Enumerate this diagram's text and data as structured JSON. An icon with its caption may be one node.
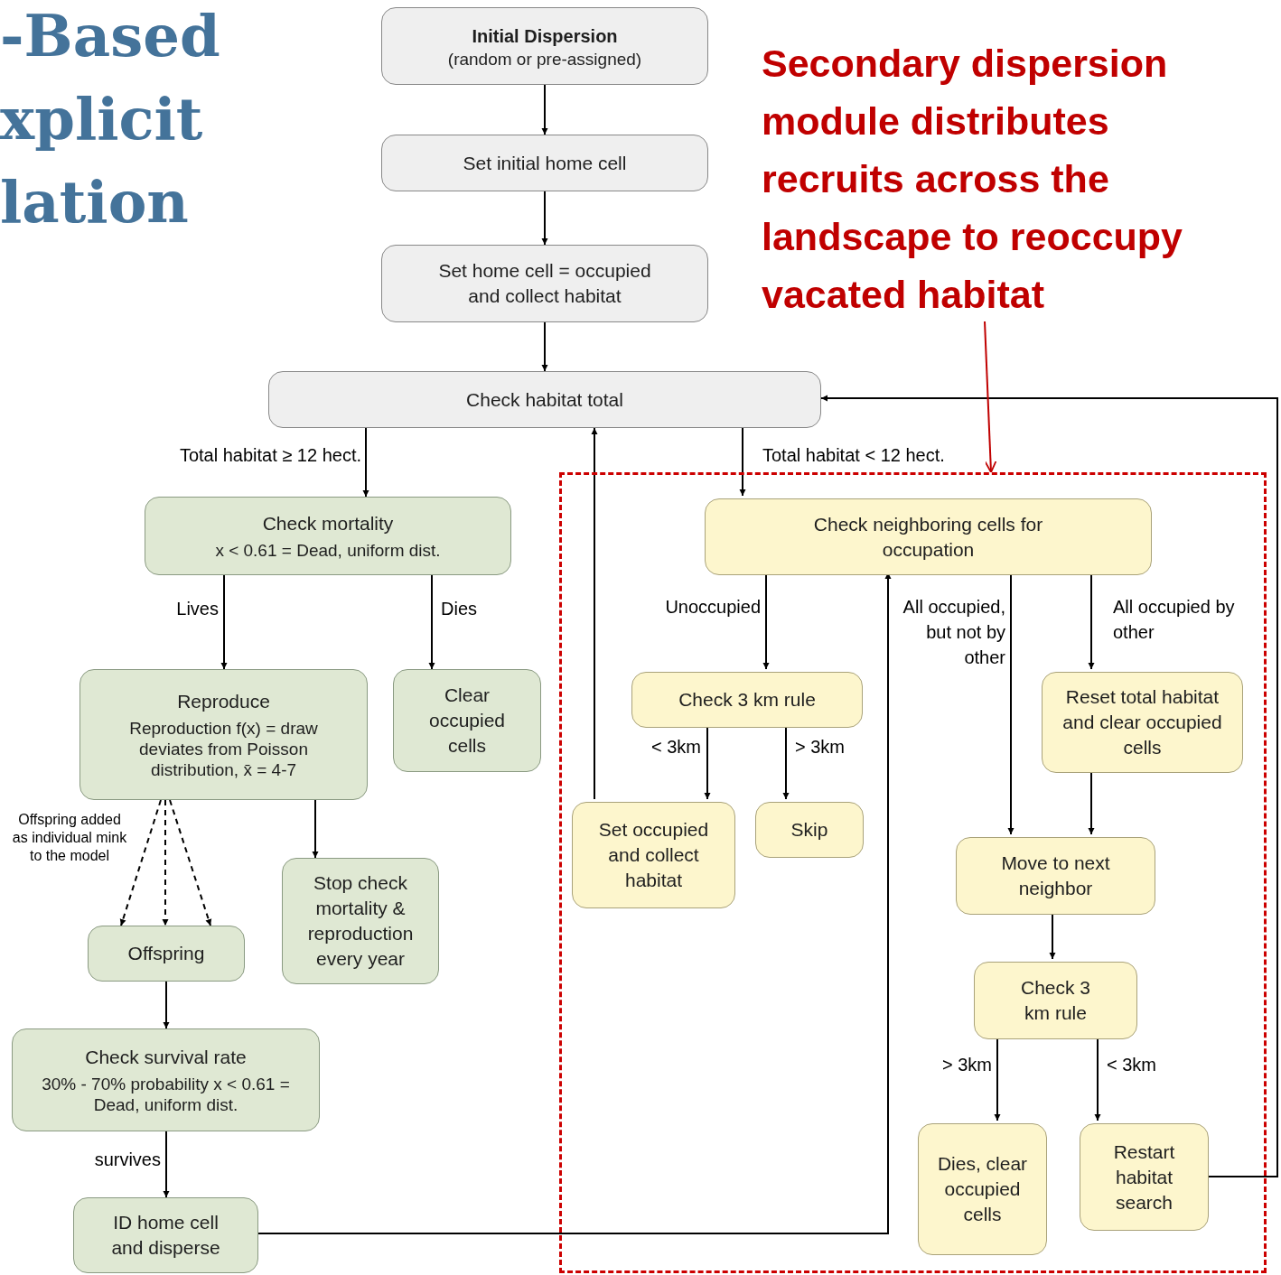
{
  "diagram": {
    "title": "-Based xplicit lation",
    "nodes": [
      {
        "text": [
          "Initial Dispersion",
          "(random or pre-assigned)"
        ]
      },
      {
        "text": [
          "Set initial home cell"
        ]
      },
      {
        "text": [
          "Set home cell = occupied and collect habitat"
        ]
      },
      {
        "text": [
          "Check habitat total"
        ]
      },
      {
        "text": [
          "Check mortality",
          "x < 0.61 = Dead, uniform dist."
        ]
      },
      {
        "text": [
          "Reproduce",
          "Reproduction f(x) = draw deviates from Poisson distribution, x̄ = 4-7"
        ]
      },
      {
        "text": [
          "Clear occupied cells"
        ]
      },
      {
        "text": [
          "Offspring"
        ]
      },
      {
        "text": [
          "Stop check mortality & reproduction every year"
        ]
      },
      {
        "text": [
          "Check survival rate",
          "30% - 70% probability x < 0.61 = Dead, uniform dist."
        ]
      },
      {
        "text": [
          "ID home cell and disperse"
        ]
      },
      {
        "text": [
          "Secondary dispersion module distributes recruits across the landscape to reoccupy vacated habitat"
        ]
      },
      {
        "text": [],
        "shape": "box"
      },
      {
        "text": [
          "Check neighboring cells for occupation"
        ],
        "in": 12
      },
      {
        "text": [
          "Check 3 km rule"
        ],
        "in": 12
      },
      {
        "text": [
          "Set occupied and collect habitat"
        ],
        "in": 12
      },
      {
        "text": [
          "Skip"
        ],
        "in": 12
      },
      {
        "text": [
          "Reset total habitat and clear occupied cells"
        ],
        "in": 12
      },
      {
        "text": [
          "Move to next neighbor"
        ],
        "in": 12
      },
      {
        "text": [
          "Check 3 km rule"
        ],
        "in": 12
      },
      {
        "text": [
          "Dies, clear occupied cells"
        ],
        "in": 12
      },
      {
        "text": [
          "Restart habitat search"
        ],
        "in": 12
      }
    ],
    "edges": [
      {
        "from": 0,
        "to": 1,
        "arrow": "to"
      },
      {
        "from": 1,
        "to": 2,
        "arrow": "to"
      },
      {
        "from": 2,
        "to": 3,
        "arrow": "to"
      },
      {
        "from": 3,
        "to": 4,
        "arrow": "to",
        "label": "Total habitat ≥ 12 hect."
      },
      {
        "from": 3,
        "to": 13,
        "arrow": "to",
        "label": "Total habitat < 12 hect."
      },
      {
        "from": 4,
        "to": 5,
        "arrow": "to",
        "label": "Lives"
      },
      {
        "from": 4,
        "to": 6,
        "arrow": "to",
        "label": "Dies"
      },
      {
        "from": 5,
        "to": 7,
        "arrow": "to",
        "style": "dashed",
        "label": "Offspring added as individual mink to the model"
      },
      {
        "from": 5,
        "to": 7,
        "arrow": "to",
        "style": "dashed"
      },
      {
        "from": 5,
        "to": 7,
        "arrow": "to",
        "style": "dashed"
      },
      {
        "from": 5,
        "to": 8,
        "arrow": "to"
      },
      {
        "from": 7,
        "to": 9,
        "arrow": "to"
      },
      {
        "from": 9,
        "to": 10,
        "arrow": "to",
        "label": "survives"
      },
      {
        "from": 10,
        "to": 13,
        "arrow": "to"
      },
      {
        "from": 13,
        "to": 14,
        "arrow": "to",
        "label": "Unoccupied"
      },
      {
        "from": 14,
        "to": 15,
        "arrow": "to",
        "label": "< 3km"
      },
      {
        "from": 14,
        "to": 16,
        "arrow": "to",
        "label": "> 3km"
      },
      {
        "from": 15,
        "to": 3,
        "arrow": "to"
      },
      {
        "from": 13,
        "to": 18,
        "arrow": "to",
        "label": "All occupied, but not by other"
      },
      {
        "from": 13,
        "to": 17,
        "arrow": "to",
        "label": "All occupied by other"
      },
      {
        "from": 17,
        "to": 18,
        "arrow": "to"
      },
      {
        "from": 18,
        "to": 19,
        "arrow": "to"
      },
      {
        "from": 19,
        "to": 20,
        "arrow": "to",
        "label": "> 3km"
      },
      {
        "from": 19,
        "to": 21,
        "arrow": "to",
        "label": "< 3km"
      },
      {
        "from": 21,
        "to": 3,
        "arrow": "to"
      },
      {
        "from": 11,
        "to": 12,
        "arrow": "to",
        "color": "#c00000"
      }
    ]
  }
}
